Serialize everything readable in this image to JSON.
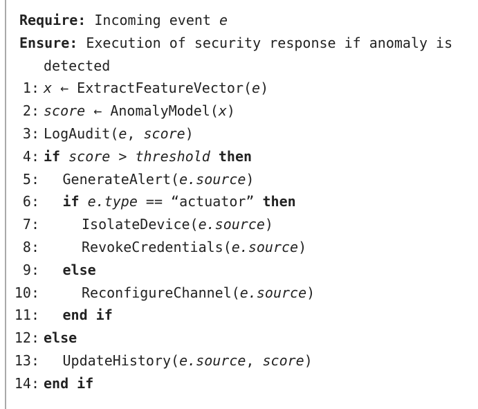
{
  "page": {
    "background": "#ffffff",
    "rule_color": "#a9a9a9",
    "text_color": "#222222"
  },
  "algorithm": {
    "headers": [
      {
        "name": "require-line",
        "label": "Require:",
        "segments": [
          {
            "s": "p",
            "t": " Incoming event "
          },
          {
            "s": "v",
            "t": "e"
          }
        ]
      },
      {
        "name": "ensure-line",
        "label": "Ensure:",
        "segments": [
          {
            "s": "p",
            "t": " Execution of security response if anomaly is detected"
          }
        ]
      }
    ],
    "lines": [
      {
        "num": "1:",
        "indent": 0,
        "segments": [
          {
            "s": "v",
            "t": "x"
          },
          {
            "s": "p",
            "t": " ← ExtractFeatureVector("
          },
          {
            "s": "v",
            "t": "e"
          },
          {
            "s": "p",
            "t": ")"
          }
        ]
      },
      {
        "num": "2:",
        "indent": 0,
        "segments": [
          {
            "s": "v",
            "t": "score"
          },
          {
            "s": "p",
            "t": " ← AnomalyModel("
          },
          {
            "s": "v",
            "t": "x"
          },
          {
            "s": "p",
            "t": ")"
          }
        ]
      },
      {
        "num": "3:",
        "indent": 0,
        "segments": [
          {
            "s": "p",
            "t": "LogAudit("
          },
          {
            "s": "v",
            "t": "e"
          },
          {
            "s": "p",
            "t": ", "
          },
          {
            "s": "v",
            "t": "score"
          },
          {
            "s": "p",
            "t": ")"
          }
        ]
      },
      {
        "num": "4:",
        "indent": 0,
        "segments": [
          {
            "s": "k",
            "t": "if "
          },
          {
            "s": "v",
            "t": "score"
          },
          {
            "s": "p",
            "t": " > "
          },
          {
            "s": "v",
            "t": "threshold"
          },
          {
            "s": "k",
            "t": " then"
          }
        ]
      },
      {
        "num": "5:",
        "indent": 1,
        "segments": [
          {
            "s": "p",
            "t": "GenerateAlert("
          },
          {
            "s": "v",
            "t": "e.source"
          },
          {
            "s": "p",
            "t": ")"
          }
        ]
      },
      {
        "num": "6:",
        "indent": 1,
        "segments": [
          {
            "s": "k",
            "t": "if "
          },
          {
            "s": "v",
            "t": "e.type"
          },
          {
            "s": "p",
            "t": " == "
          },
          {
            "s": "q",
            "t": "“actuator”"
          },
          {
            "s": "k",
            "t": " then"
          }
        ]
      },
      {
        "num": "7:",
        "indent": 2,
        "segments": [
          {
            "s": "p",
            "t": "IsolateDevice("
          },
          {
            "s": "v",
            "t": "e.source"
          },
          {
            "s": "p",
            "t": ")"
          }
        ]
      },
      {
        "num": "8:",
        "indent": 2,
        "segments": [
          {
            "s": "p",
            "t": "RevokeCredentials("
          },
          {
            "s": "v",
            "t": "e.source"
          },
          {
            "s": "p",
            "t": ")"
          }
        ]
      },
      {
        "num": "9:",
        "indent": 1,
        "segments": [
          {
            "s": "k",
            "t": "else"
          }
        ]
      },
      {
        "num": "10:",
        "indent": 2,
        "segments": [
          {
            "s": "p",
            "t": "ReconfigureChannel("
          },
          {
            "s": "v",
            "t": "e.source"
          },
          {
            "s": "p",
            "t": ")"
          }
        ]
      },
      {
        "num": "11:",
        "indent": 1,
        "segments": [
          {
            "s": "k",
            "t": "end if"
          }
        ]
      },
      {
        "num": "12:",
        "indent": 0,
        "segments": [
          {
            "s": "k",
            "t": "else"
          }
        ]
      },
      {
        "num": "13:",
        "indent": 1,
        "segments": [
          {
            "s": "p",
            "t": "UpdateHistory("
          },
          {
            "s": "v",
            "t": "e.source"
          },
          {
            "s": "p",
            "t": ", "
          },
          {
            "s": "v",
            "t": "score"
          },
          {
            "s": "p",
            "t": ")"
          }
        ]
      },
      {
        "num": "14:",
        "indent": 0,
        "segments": [
          {
            "s": "k",
            "t": "end if"
          }
        ]
      }
    ]
  }
}
